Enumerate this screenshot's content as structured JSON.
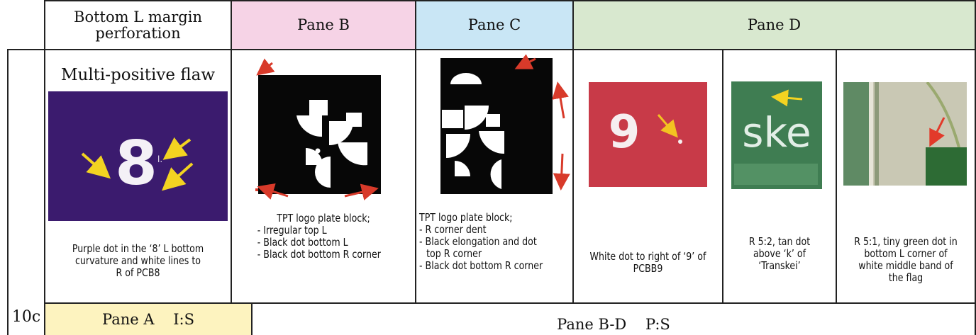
{
  "headers": {
    "col_a": "Bottom L margin perforation",
    "pane_b": "Pane B",
    "pane_c": "Pane C",
    "pane_d": "Pane D"
  },
  "header_colors": {
    "col_a": "#ffffff",
    "pane_b": "#f6d3e6",
    "pane_c": "#c9e6f5",
    "pane_d": "#d8e8cf"
  },
  "row_label": "10c",
  "cells": {
    "a": {
      "title": "Multi-positive flaw",
      "image_text": "8",
      "image_marker": "l.",
      "caption": "Purple dot in the ‘8’ L bottom curvature and white lines to R of PCB8"
    },
    "b": {
      "caption_lines": [
        "TPT logo plate block;",
        "- Irregular top L",
        "- Black dot bottom L",
        "- Black dot bottom R corner"
      ]
    },
    "c": {
      "caption_lines": [
        "TPT logo plate block;",
        "- R corner dent",
        "- Black elongation and dot",
        "top R corner",
        "- Black dot bottom R corner"
      ]
    },
    "d1": {
      "image_text": "9",
      "caption": "White dot to right of ‘9’ of  PCBB9"
    },
    "d2": {
      "image_text": "ske",
      "caption": "R 5:2, tan dot above ‘k’ of ‘Transkei’"
    },
    "d3": {
      "caption": "R 5:1, tiny green dot in bottom L corner of white middle band of the flag"
    }
  },
  "footer": {
    "pane_a": "Pane A    I:S",
    "pane_bd": "Pane B-D    P:S",
    "pane_a_color": "#fdf3bf"
  }
}
